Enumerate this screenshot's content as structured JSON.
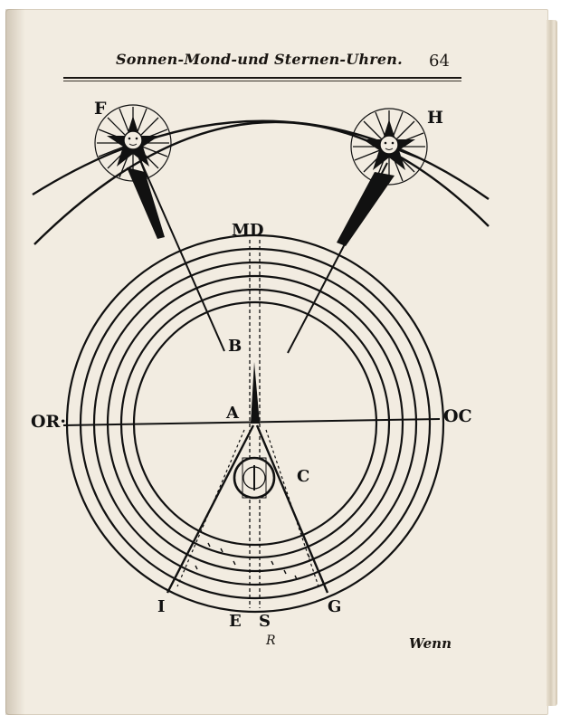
{
  "header": {
    "title": "Sonnen-Mond-und Sternen-Uhren.",
    "page_number": "64"
  },
  "diagram": {
    "labels": {
      "F": "F",
      "H": "H",
      "MD": "MD",
      "B": "B",
      "A": "A",
      "OR": "OR·",
      "OC": "OC",
      "C": "C",
      "I": "I",
      "E": "E",
      "S": "S",
      "G": "G"
    },
    "icons": [
      "sun-with-face-icon",
      "star-with-face-icon"
    ]
  },
  "footer": {
    "signature": "R",
    "catchword": "Wenn"
  },
  "colors": {
    "paper": "#f2ece1",
    "ink": "#111111"
  }
}
